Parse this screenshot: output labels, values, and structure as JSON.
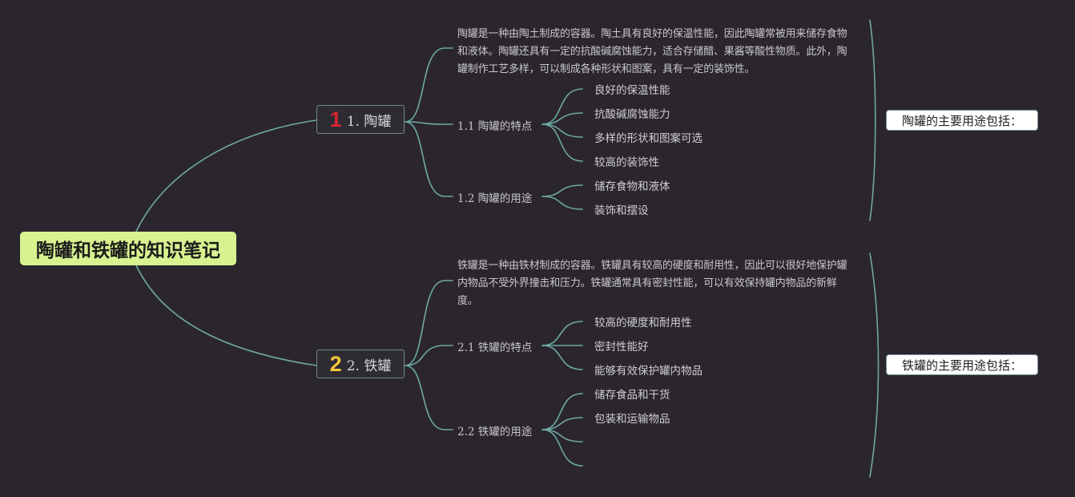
{
  "root": {
    "title": "陶罐和铁罐的知识笔记"
  },
  "topics": [
    {
      "badge": "1",
      "badge_color": "#d42535",
      "label": "1. 陶罐",
      "description": "陶罐是一种由陶土制成的容器。陶土具有良好的保温性能，因此陶罐常被用来储存食物和液体。陶罐还具有一定的抗酸碱腐蚀能力，适合存储醋、果酱等酸性物质。此外，陶罐制作工艺多样，可以制成各种形状和图案，具有一定的装饰性。",
      "features": {
        "label": "1.1 陶罐的特点",
        "items": [
          "良好的保温性能",
          "抗酸碱腐蚀能力",
          "多样的形状和图案可选",
          "较高的装饰性"
        ]
      },
      "uses": {
        "label": "1.2 陶罐的用途",
        "items": [
          "储存食物和液体",
          "装饰和摆设"
        ]
      },
      "summary": "陶罐的主要用途包括："
    },
    {
      "badge": "2",
      "badge_color": "#f2c63a",
      "label": "2. 铁罐",
      "description": "铁罐是一种由铁材制成的容器。铁罐具有较高的硬度和耐用性，因此可以很好地保护罐内物品不受外界撞击和压力。铁罐通常具有密封性能，可以有效保持罐内物品的新鲜度。",
      "features": {
        "label": "2.1 铁罐的特点",
        "items": [
          "较高的硬度和耐用性",
          "密封性能好",
          "能够有效保护罐内物品"
        ]
      },
      "uses": {
        "label": "2.2 铁罐的用途",
        "items": [
          "储存食品和干货",
          "包装和运输物品",
          "",
          ""
        ]
      },
      "summary": "铁罐的主要用途包括："
    }
  ],
  "colors": {
    "background": "#2b262e",
    "connector": "#6ea9a0",
    "root_fill": "#d7f28f"
  }
}
